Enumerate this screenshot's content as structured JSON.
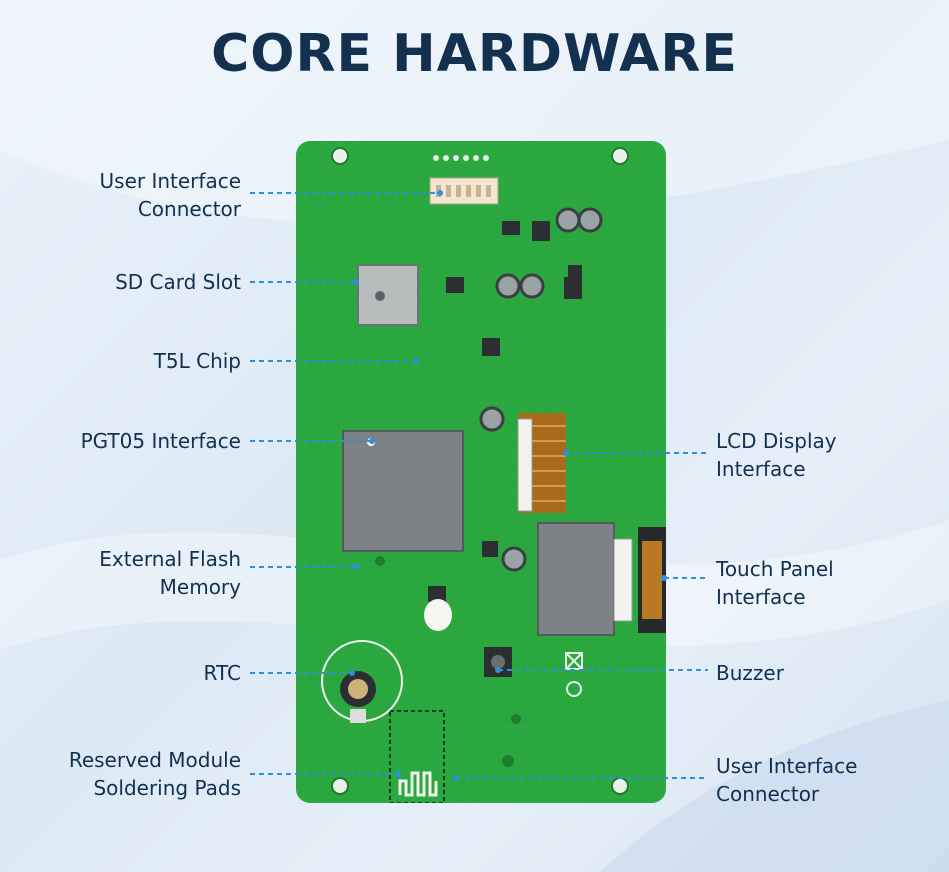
{
  "title": "CORE HARDWARE",
  "colors": {
    "title": "#13304f",
    "board_green": "#2aa73f",
    "leader_line": "#2f8fd8"
  },
  "labels_left": [
    {
      "id": "user-interface-connector-top",
      "lines": [
        "User Interface",
        "Connector"
      ]
    },
    {
      "id": "sd-card-slot",
      "lines": [
        "SD Card Slot"
      ]
    },
    {
      "id": "t5l-chip",
      "lines": [
        "T5L Chip"
      ]
    },
    {
      "id": "pgt05-interface",
      "lines": [
        "PGT05 Interface"
      ]
    },
    {
      "id": "external-flash-memory",
      "lines": [
        "External Flash",
        "Memory"
      ]
    },
    {
      "id": "rtc",
      "lines": [
        "RTC"
      ]
    },
    {
      "id": "reserved-module-pads",
      "lines": [
        "Reserved Module",
        "Soldering Pads"
      ]
    }
  ],
  "labels_right": [
    {
      "id": "lcd-display-interface",
      "lines": [
        "LCD Display",
        "Interface"
      ]
    },
    {
      "id": "touch-panel-interface",
      "lines": [
        "Touch Panel",
        "Interface"
      ]
    },
    {
      "id": "buzzer",
      "lines": [
        "Buzzer"
      ]
    },
    {
      "id": "user-interface-connector-bottom",
      "lines": [
        "User Interface",
        "Connector"
      ]
    }
  ]
}
